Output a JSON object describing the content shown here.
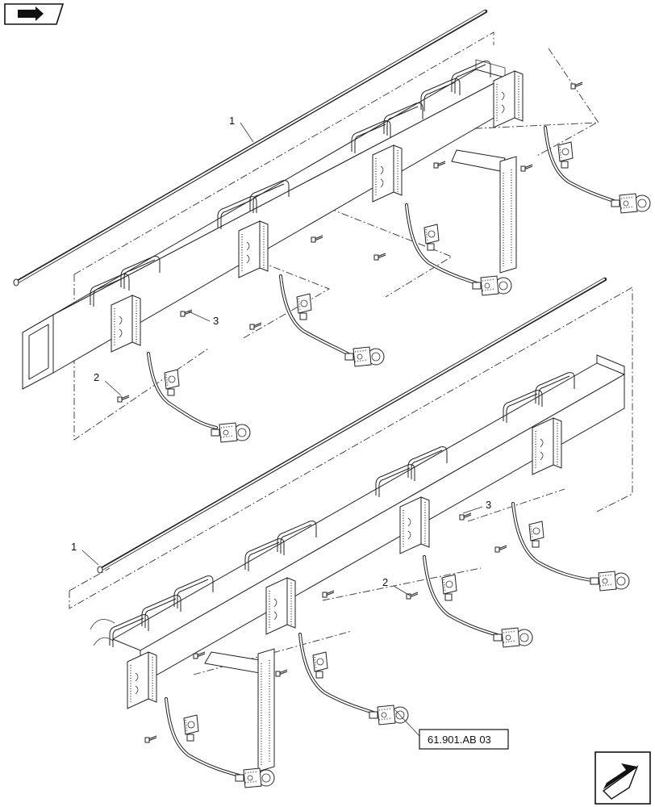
{
  "callouts": [
    {
      "id": "c1a",
      "label": "1"
    },
    {
      "id": "c1b",
      "label": "1"
    },
    {
      "id": "c2a",
      "label": "2"
    },
    {
      "id": "c2b",
      "label": "2"
    },
    {
      "id": "c3a",
      "label": "3"
    },
    {
      "id": "c3b",
      "label": "3"
    }
  ],
  "reference": {
    "label": "61.901.AB 03"
  },
  "icons": {
    "top_left": "book-arrow-icon",
    "bottom_right": "next-page-arrow-icon"
  }
}
